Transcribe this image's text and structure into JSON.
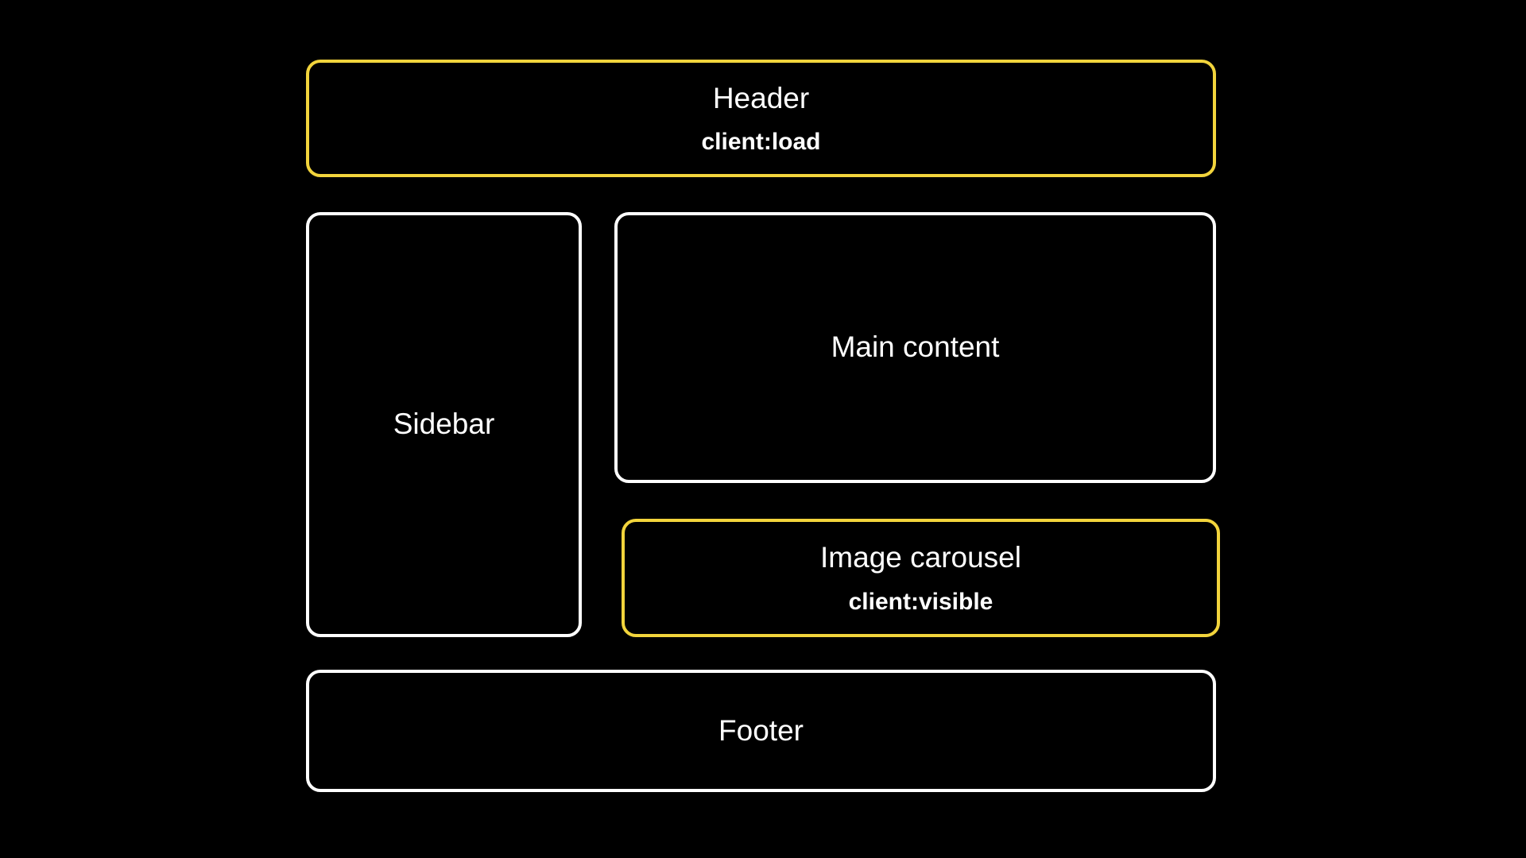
{
  "colors": {
    "background": "#000000",
    "island_border": "#f2d43c",
    "static_border": "#ffffff",
    "text": "#ffffff"
  },
  "boxes": {
    "header": {
      "label": "Header",
      "directive": "client:load"
    },
    "sidebar": {
      "label": "Sidebar"
    },
    "main": {
      "label": "Main content"
    },
    "carousel": {
      "label": "Image carousel",
      "directive": "client:visible"
    },
    "footer": {
      "label": "Footer"
    }
  }
}
